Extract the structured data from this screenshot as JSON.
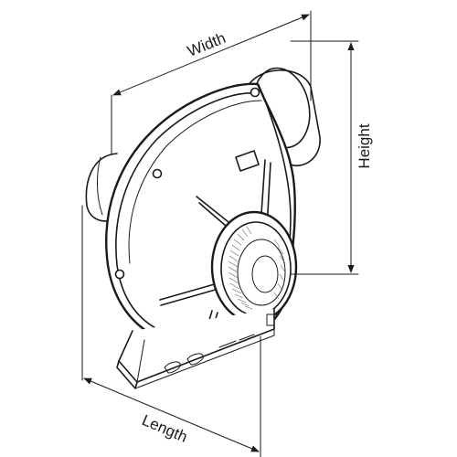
{
  "dimensions": {
    "width_label": "Width",
    "height_label": "Height",
    "length_label": "Length"
  },
  "style": {
    "line_color": "#1a1a1a",
    "background": "#ffffff"
  }
}
